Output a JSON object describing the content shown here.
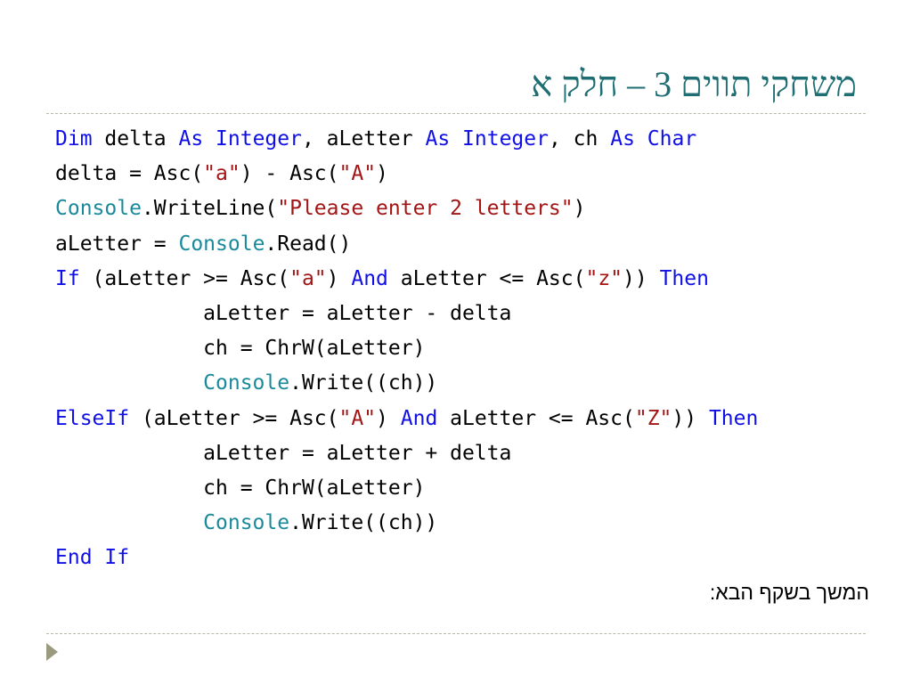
{
  "slide": {
    "title": "משחקי תווים 3 – חלק א",
    "continuation_note": "המשך בשקף הבא:",
    "icons": {
      "nav": "triangle-arrow-icon"
    },
    "colors": {
      "title": "#1f6e73",
      "keyword": "#1010e6",
      "type": "#1a8a9a",
      "string": "#a31515",
      "rule": "#b7b7aa",
      "arrow": "#9a9a80"
    }
  },
  "code": {
    "lines": [
      [
        {
          "t": "Dim",
          "c": "kw"
        },
        {
          "t": " delta "
        },
        {
          "t": "As",
          "c": "kw"
        },
        {
          "t": " "
        },
        {
          "t": "Integer",
          "c": "kw"
        },
        {
          "t": ", aLetter "
        },
        {
          "t": "As",
          "c": "kw"
        },
        {
          "t": " "
        },
        {
          "t": "Integer",
          "c": "kw"
        },
        {
          "t": ", ch "
        },
        {
          "t": "As",
          "c": "kw"
        },
        {
          "t": " "
        },
        {
          "t": "Char",
          "c": "kw"
        }
      ],
      [
        {
          "t": "delta = Asc("
        },
        {
          "t": "\"a\"",
          "c": "st"
        },
        {
          "t": ") - Asc("
        },
        {
          "t": "\"A\"",
          "c": "st"
        },
        {
          "t": ")"
        }
      ],
      [
        {
          "t": "Console",
          "c": "ty"
        },
        {
          "t": ".WriteLine("
        },
        {
          "t": "\"Please enter 2 letters\"",
          "c": "st"
        },
        {
          "t": ")"
        }
      ],
      [
        {
          "t": "aLetter = "
        },
        {
          "t": "Console",
          "c": "ty"
        },
        {
          "t": ".Read()"
        }
      ],
      [
        {
          "t": "If",
          "c": "kw"
        },
        {
          "t": " (aLetter >= Asc("
        },
        {
          "t": "\"a\"",
          "c": "st"
        },
        {
          "t": ") "
        },
        {
          "t": "And",
          "c": "kw"
        },
        {
          "t": " aLetter <= Asc("
        },
        {
          "t": "\"z\"",
          "c": "st"
        },
        {
          "t": ")) "
        },
        {
          "t": "Then",
          "c": "kw"
        }
      ],
      [
        {
          "t": "            aLetter = aLetter - delta"
        }
      ],
      [
        {
          "t": "            ch = ChrW(aLetter)"
        }
      ],
      [
        {
          "t": "            "
        },
        {
          "t": "Console",
          "c": "ty"
        },
        {
          "t": ".Write((ch))"
        }
      ],
      [
        {
          "t": "ElseIf",
          "c": "kw"
        },
        {
          "t": " (aLetter >= Asc("
        },
        {
          "t": "\"A\"",
          "c": "st"
        },
        {
          "t": ") "
        },
        {
          "t": "And",
          "c": "kw"
        },
        {
          "t": " aLetter <= Asc("
        },
        {
          "t": "\"Z\"",
          "c": "st"
        },
        {
          "t": ")) "
        },
        {
          "t": "Then",
          "c": "kw"
        }
      ],
      [
        {
          "t": "            aLetter = aLetter + delta"
        }
      ],
      [
        {
          "t": "            ch = ChrW(aLetter)"
        }
      ],
      [
        {
          "t": "            "
        },
        {
          "t": "Console",
          "c": "ty"
        },
        {
          "t": ".Write((ch))"
        }
      ],
      [
        {
          "t": "End",
          "c": "kw"
        },
        {
          "t": " "
        },
        {
          "t": "If",
          "c": "kw"
        }
      ]
    ]
  }
}
